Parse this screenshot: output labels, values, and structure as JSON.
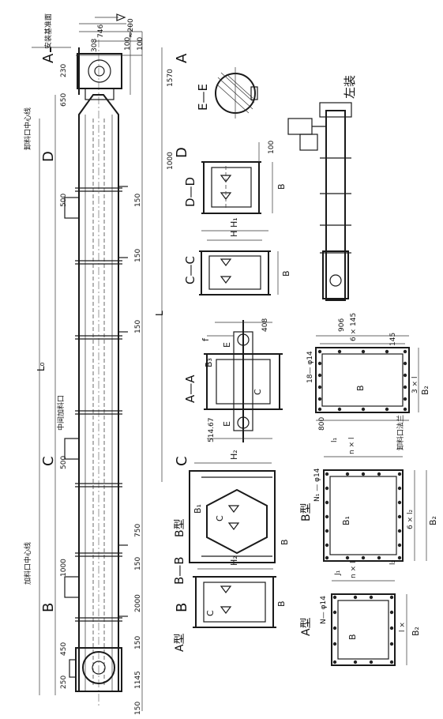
{
  "main_view": {
    "section_a": "A",
    "section_d": "D",
    "section_c": "C",
    "section_b": "B",
    "install_base": "安装基准面",
    "outlet_center": "卸料口中心线",
    "mid_inlet": "中间加料口",
    "inlet_center": "加料口中心线",
    "overall_length": "L",
    "length_l0": "L₀"
  },
  "dimensions": {
    "d746": "746",
    "d200": "≈200",
    "d308": "308",
    "d100a": "100",
    "d100b": "100",
    "d230": "230",
    "d650": "650",
    "d500a": "500",
    "d150a": "150",
    "d150b": "150",
    "d150c": "150",
    "d500b": "500",
    "d750": "750",
    "d150d": "150",
    "d1000": "1000",
    "d2000": "2000",
    "d450": "450",
    "d150e": "150",
    "d250": "250",
    "d1145": "1145",
    "d150f": "150",
    "d1570": "1570",
    "d1000r": "1000"
  },
  "views": {
    "e_e": "E—E",
    "left_install": "左装",
    "d_d": "D—D",
    "c_c": "C—C",
    "a_a": "A—A",
    "b_b": "B—B",
    "type_a": "A型",
    "type_b": "B型",
    "type_b2": "B型",
    "type_a2": "A型"
  },
  "labels": {
    "d_100": "100",
    "b": "B",
    "h": "H",
    "h1": "H₁",
    "h2": "H₂",
    "b1": "B₁",
    "b3": "B₃",
    "c": "C",
    "e": "E",
    "f": "f",
    "d408": "408",
    "d514": "514.67"
  },
  "flanges": {
    "holes_18": "18— φ14",
    "d906": "906",
    "pitch_6x145": "6 × 145",
    "d145": "145",
    "d800": "800",
    "b2": "B₂",
    "pitch_3x1": "3 × l",
    "outlet_flange": "卸料口法兰",
    "holes_n1": "N₁ — φ14",
    "n_l": "n × l",
    "l1": "l₁",
    "b2b": "B₂",
    "six_l2": "6 × l₂",
    "l2": "l₂",
    "j1": "J₁",
    "holes_n": "N— φ14",
    "n_l2": "n × l",
    "l_sq": "l ×",
    "b2c": "B₂"
  }
}
